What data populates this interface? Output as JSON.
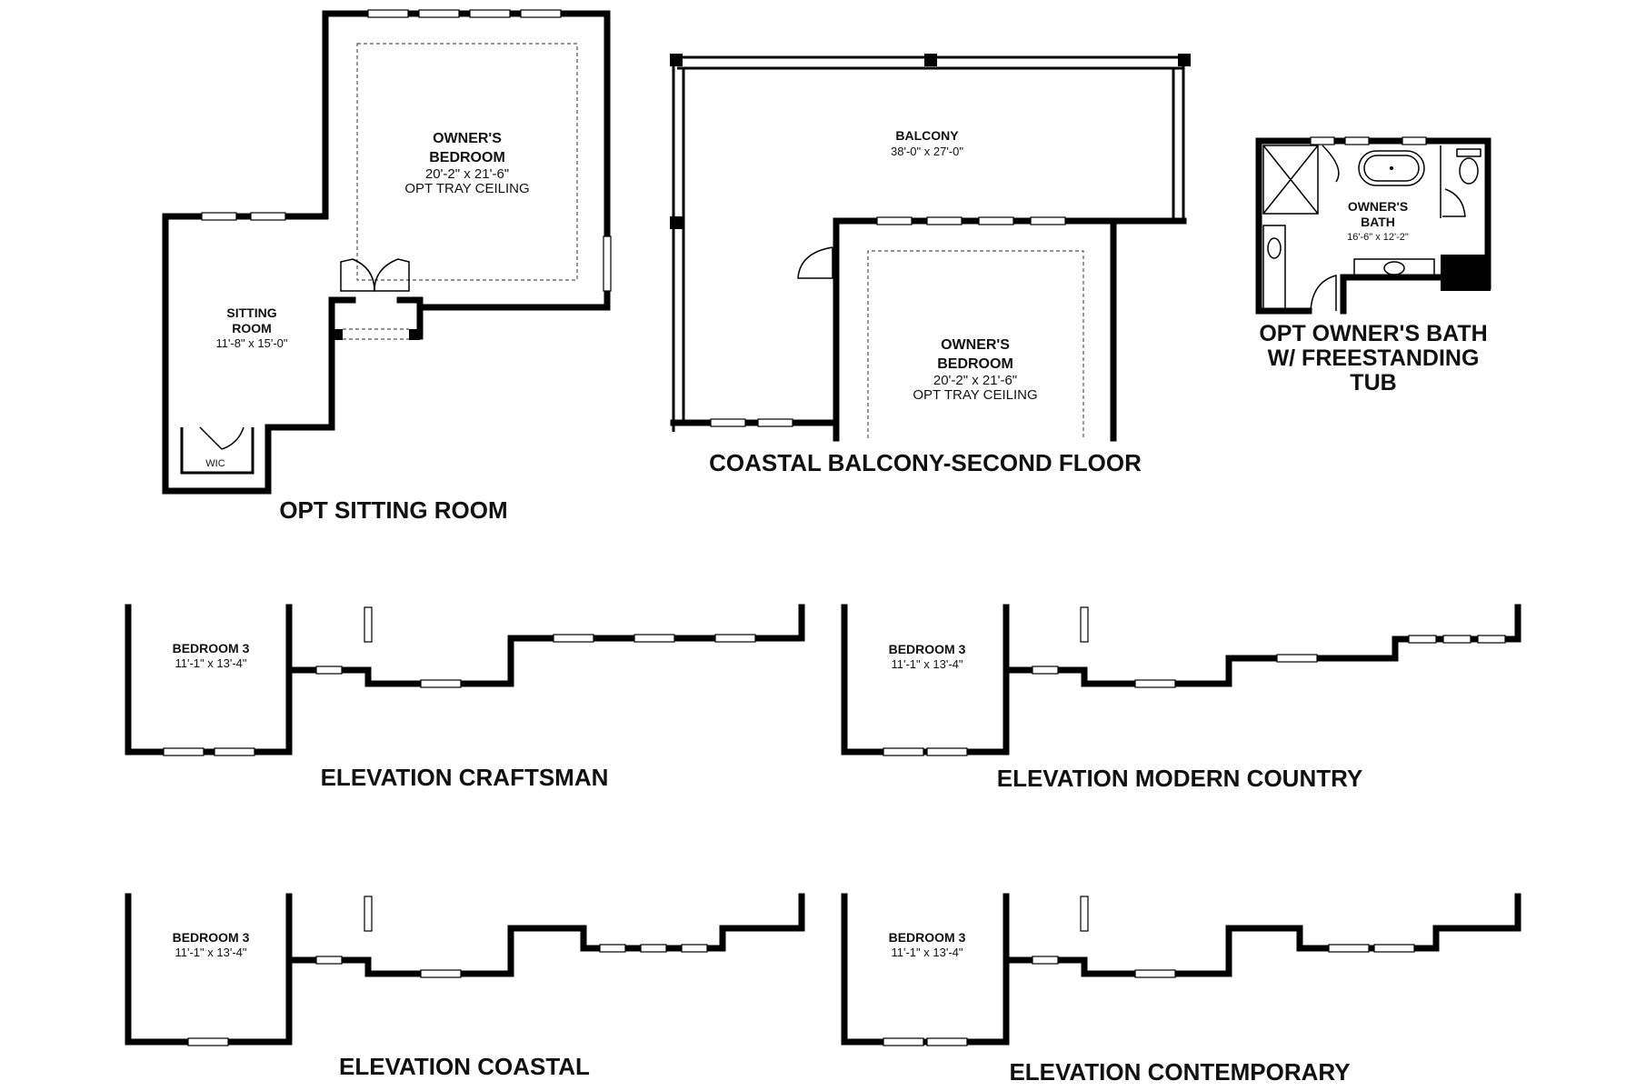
{
  "captions": {
    "sitting": "OPT SITTING ROOM",
    "balcony": "COASTAL BALCONY-SECOND FLOOR",
    "bath_line1": "OPT OWNER'S BATH",
    "bath_line2": "W/ FREESTANDING",
    "bath_line3": "TUB",
    "craftsman": "ELEVATION CRAFTSMAN",
    "modern_country": "ELEVATION MODERN COUNTRY",
    "coastal": "ELEVATION COASTAL",
    "contemporary": "ELEVATION CONTEMPORARY"
  },
  "rooms": {
    "owners_bedroom_a": {
      "line1": "OWNER'S",
      "line2": "BEDROOM",
      "dims": "20'-2\" x 21'-6\"",
      "note": "OPT TRAY CEILING"
    },
    "sitting_room": {
      "line1": "SITTING",
      "line2": "ROOM",
      "dims": "11'-8\" x 15'-0\""
    },
    "wic": {
      "label": "WIC"
    },
    "balcony": {
      "label": "BALCONY",
      "dims": "38'-0\" x 27'-0\""
    },
    "owners_bedroom_b": {
      "line1": "OWNER'S",
      "line2": "BEDROOM",
      "dims": "20'-2\" x 21'-6\"",
      "note": "OPT TRAY CEILING"
    },
    "owners_bath": {
      "line1": "OWNER'S",
      "line2": "BATH",
      "dims": "16'-6\" x 12'-2\""
    },
    "bedroom3": {
      "label": "BEDROOM 3",
      "dims": "11'-1\" x 13'-4\""
    }
  }
}
